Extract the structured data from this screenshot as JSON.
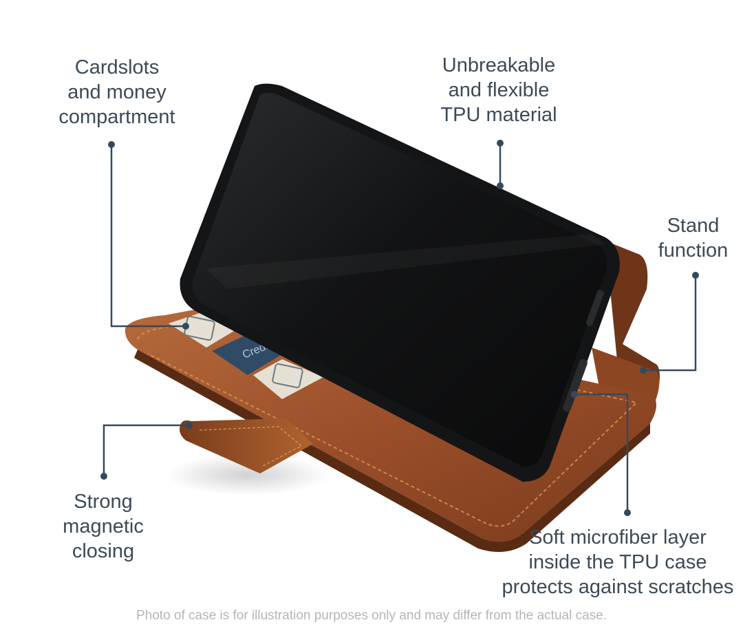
{
  "callouts": {
    "cardslots": [
      "Cardslots",
      "and money",
      "compartment"
    ],
    "tpu": [
      "Unbreakable",
      "and flexible",
      "TPU material"
    ],
    "stand": [
      "Stand",
      "function"
    ],
    "magnetic": [
      "Strong",
      "magnetic",
      "closing"
    ],
    "microfiber": [
      "Soft microfiber layer",
      "inside the TPU case",
      "protects against scratches"
    ]
  },
  "card_text": "Credit",
  "disclaimer": "Photo of case is for illustration purposes only and may differ from the actual case.",
  "colors": {
    "text": "#3c4a57",
    "line": "#34495e",
    "leather": "#9a4f2a",
    "leather_dark": "#6b3418",
    "phone": "#141516",
    "disclaimer": "#b5b5b5"
  }
}
